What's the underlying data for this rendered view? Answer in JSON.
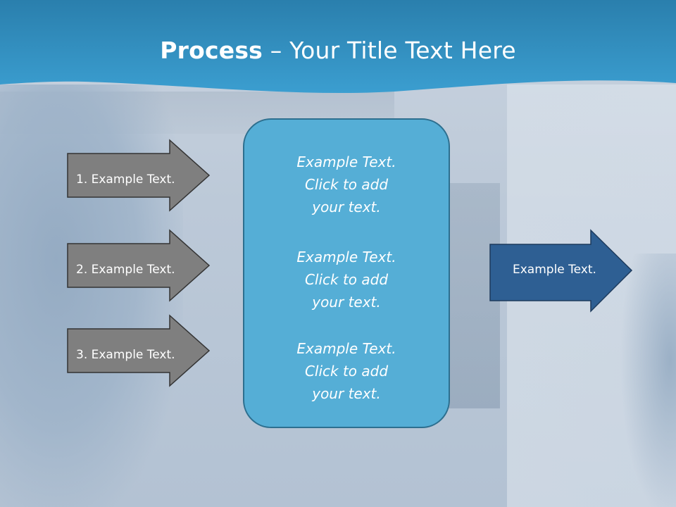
{
  "slide": {
    "title_bold": "Process",
    "title_rest": " – Your Title Text Here",
    "inputs": [
      {
        "label": "1. Example Text."
      },
      {
        "label": "2. Example Text."
      },
      {
        "label": "3. Example Text."
      }
    ],
    "center_blocks": [
      {
        "lines": [
          "Example Text.",
          "Click  to add",
          "your text."
        ]
      },
      {
        "lines": [
          "Example Text.",
          "Click  to add",
          "your text."
        ]
      },
      {
        "lines": [
          "Example Text.",
          "Click  to add",
          "your text."
        ]
      }
    ],
    "output": {
      "label": "Example Text."
    }
  },
  "colors": {
    "header": "#2f8fbd",
    "input_arrow_fill": "#7f7f7f",
    "center_box_fill": "#55aed6",
    "output_arrow_fill": "#2e5f93"
  }
}
